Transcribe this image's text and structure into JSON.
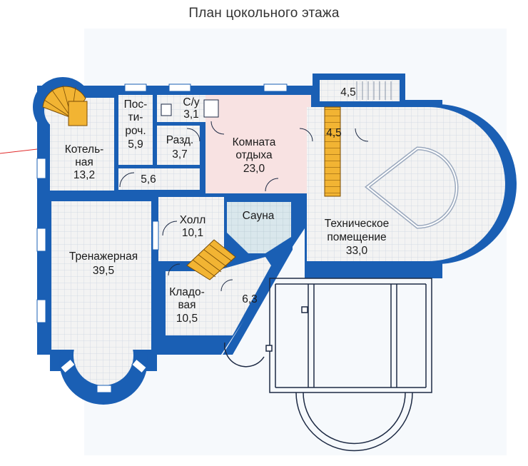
{
  "title": "План цокольного этажа",
  "colors": {
    "wall": "#1a5fb4",
    "wall_light": "#4a8fe0",
    "floor_grid": "#f1f1f1",
    "grid_line": "#cfd6e2",
    "rest_room": "#f7e0e0",
    "sauna": "#d8e6ea",
    "stair": "#f2b433",
    "outline": "#1d2a44"
  },
  "rooms": {
    "boiler": {
      "name_1": "Котель-",
      "name_2": "ная",
      "area": "13,2"
    },
    "laundry": {
      "name_1": "Пос-",
      "name_2": "ти-",
      "name_3": "роч.",
      "area": "5,9"
    },
    "bath": {
      "name": "С/у",
      "area": "3,1"
    },
    "dressing": {
      "name": "Разд.",
      "area": "3,7"
    },
    "corridor": {
      "area": "5,6"
    },
    "rest": {
      "name_1": "Комната",
      "name_2": "отдыха",
      "area": "23,0"
    },
    "stair_top": {
      "area": "4,5"
    },
    "stair_side": {
      "area": "4,5"
    },
    "technical": {
      "name_1": "Техническое",
      "name_2": "помещение",
      "area": "33,0"
    },
    "hall": {
      "name": "Холл",
      "area": "10,1"
    },
    "sauna": {
      "name": "Сауна"
    },
    "gym": {
      "name": "Тренажерная",
      "area": "39,5"
    },
    "storage": {
      "name_1": "Кладо-",
      "name_2": "вая",
      "area": "10,5"
    },
    "small": {
      "area": "6,3"
    }
  }
}
